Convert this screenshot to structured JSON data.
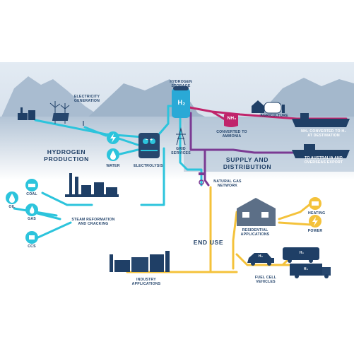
{
  "colors": {
    "h2_line": "#2cc4dc",
    "gas_line": "#f4c23b",
    "nh3_line": "#c0246b",
    "purple_line": "#7b3a93",
    "navy": "#1f3f66",
    "sky": "#dbe6f0",
    "mountain": "#9fb4c9",
    "sea": "#b9c9db"
  },
  "sections": {
    "hydrogen_production": "HYDROGEN\nPRODUCTION",
    "supply_distribution": "SUPPLY AND\nDISTRIBUTION",
    "end_use": "END USE"
  },
  "labels": {
    "electricity_generation": "ELECTRICITY\nGENERATION",
    "hydrogen_storage": "HYDROGEN\nSTORAGE",
    "h2_tank_symbol": "H₂",
    "water": "WATER",
    "electrolysis": "ELECTROLYSIS",
    "electrolyser_symbol": "− +",
    "grid_services": "GRID\nSERVICES",
    "nh3_symbol": "NH₃",
    "converted_to_ammonia": "CONVERTED TO\nAMMONIA",
    "agriculture": "AGRICULTURE",
    "nh3_converted_h2": "NH₃ CONVERTED TO H₂\nAT DESTINATION",
    "export": "TO AUSTRALIA AND\nOVERSEAS EXPORT",
    "natural_gas_network": "NATURAL GAS\nNETWORK",
    "coal": "COAL",
    "oil": "OIL",
    "gas": "GAS",
    "ccs": "CCS",
    "steam_reformation": "STEAM REFORMATION\nAND CRACKING",
    "residential_applications": "RESIDENTIAL\nAPPLICATIONS",
    "heating": "HEATING",
    "power": "POWER",
    "industry_applications": "INDUSTRY\nAPPLICATIONS",
    "fuel_cell_vehicles": "FUEL CELL\nVEHICLES",
    "h2_car_symbol": "H₂",
    "h2_bus_symbol": "H₂",
    "h2_truck_symbol": "H₂"
  },
  "icons": {
    "lightning": "lightning-bolt-icon",
    "water_drop": "water-drop-icon",
    "flame": "flame-icon",
    "coal": "coal-cart-icon",
    "ccs": "ccs-icon"
  }
}
